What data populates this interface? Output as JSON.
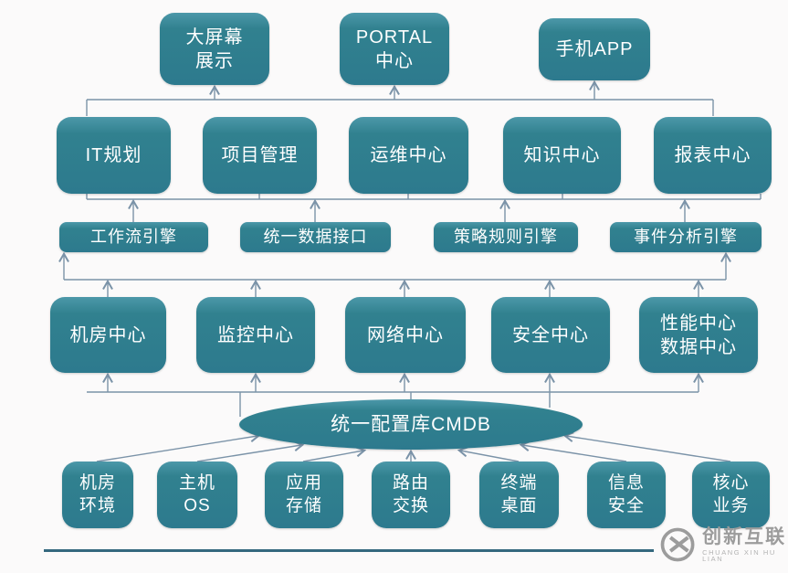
{
  "colors": {
    "box_teal": "#2d7a8e",
    "box_teal_light": "#4c98a9",
    "connector": "#7b93a8",
    "bottom_rule": "#35687e",
    "logo_gray": "#9c9c9c",
    "background": "#fbfafa",
    "text_white": "#ffffff"
  },
  "nodes": {
    "top": [
      "大屏幕\n展示",
      "PORTAL\n中心",
      "手机APP"
    ],
    "centers": [
      "IT规划",
      "项目管理",
      "运维中心",
      "知识中心",
      "报表中心"
    ],
    "engines": [
      "工作流引擎",
      "统一数据接口",
      "策略规则引擎",
      "事件分析引擎"
    ],
    "domains": [
      "机房中心",
      "监控中心",
      "网络中心",
      "安全中心",
      "性能中心\n数据中心"
    ],
    "cmdb": "统一配置库CMDB",
    "resources": [
      "机房\n环境",
      "主机\nOS",
      "应用\n存储",
      "路由\n交换",
      "终端\n桌面",
      "信息\n安全",
      "核心\n业务"
    ]
  },
  "logo": {
    "name": "创新互联",
    "subtitle": "CHUANG XIN HU LIAN"
  }
}
